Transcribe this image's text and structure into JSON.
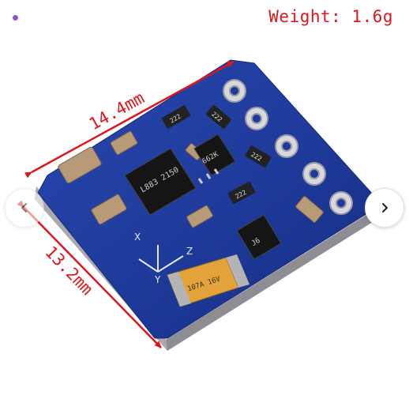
{
  "weight_label": "Weight: 1.6g",
  "dimensions": {
    "width_label": "14.4mm",
    "height_label": "13.2mm"
  },
  "board_markings": {
    "sensor_chip": "L883 2150",
    "regulator": "662K",
    "transistor": "J6",
    "capacitor": "107A 16V",
    "resistors": [
      "222",
      "222",
      "222",
      "222"
    ],
    "axis_x": "X",
    "axis_y": "Y",
    "axis_z": "Z"
  },
  "navigation": {
    "prev_icon": "chevron-left-icon",
    "next_icon": "chevron-right-icon"
  },
  "colors": {
    "annotation": "#e0141b",
    "pcb": "#1e3a9a",
    "accent_dot": "#8a5cc0"
  }
}
